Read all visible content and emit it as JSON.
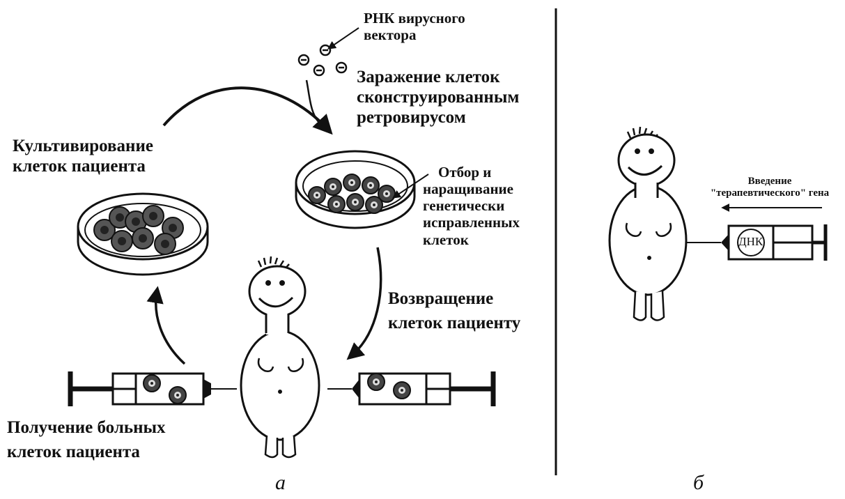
{
  "labels": {
    "rna_vector": [
      "РНК вирусного",
      "вектора"
    ],
    "infection": [
      "Заражение клеток",
      "сконструированным",
      "ретровирусом"
    ],
    "cultivation": [
      "Культивирование",
      "клеток пациента"
    ],
    "selection": [
      "Отбор и",
      "наращивание",
      "генетически",
      "исправленных",
      "клеток"
    ],
    "return": [
      "Возвращение",
      "клеток пациенту"
    ],
    "obtaining": [
      "Получение больных",
      "клеток пациента"
    ],
    "introduction": [
      "Введение",
      "\"терапевтического\" гена"
    ],
    "syringe_b_text": "ДНК",
    "panel_a": "а",
    "panel_b": "б"
  }
}
